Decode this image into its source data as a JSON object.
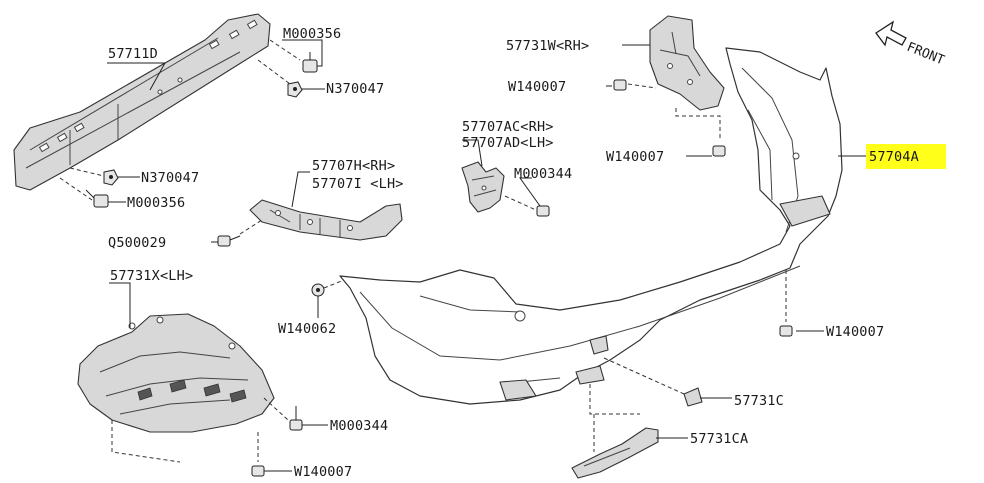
{
  "colors": {
    "highlight": "#ffff1a",
    "line": "#333333",
    "part_fill": "#d8d8d8"
  },
  "front_label": "FRONT",
  "labels": {
    "reinforcement": "57711D",
    "bolt_upper_right": "M000356",
    "nut_upper_right": "N370047",
    "nut_lower_left": "N370047",
    "bolt_lower_left": "M000356",
    "bracket_side_top": "57707H<RH>",
    "bracket_side_bottom": "57707I <LH>",
    "screw_bracket": "Q500029",
    "bracket_upper_top": "57707AC<RH>",
    "bracket_upper_bottom": "57707AD<LH>",
    "bolt_bracket_upper": "M000344",
    "cover_rh": "57731W<RH>",
    "clip_cover_rh": "W140007",
    "clip_bumper_side": "W140007",
    "bumper_face": "57704A",
    "cover_lh": "57731X<LH>",
    "clip_w140062": "W140062",
    "bolt_cover_lh": "M000344",
    "clip_cover_lh_bottom": "W140007",
    "clip_bumper_lower": "W140007",
    "cap_small": "57731C",
    "cap_lower": "57731CA"
  }
}
